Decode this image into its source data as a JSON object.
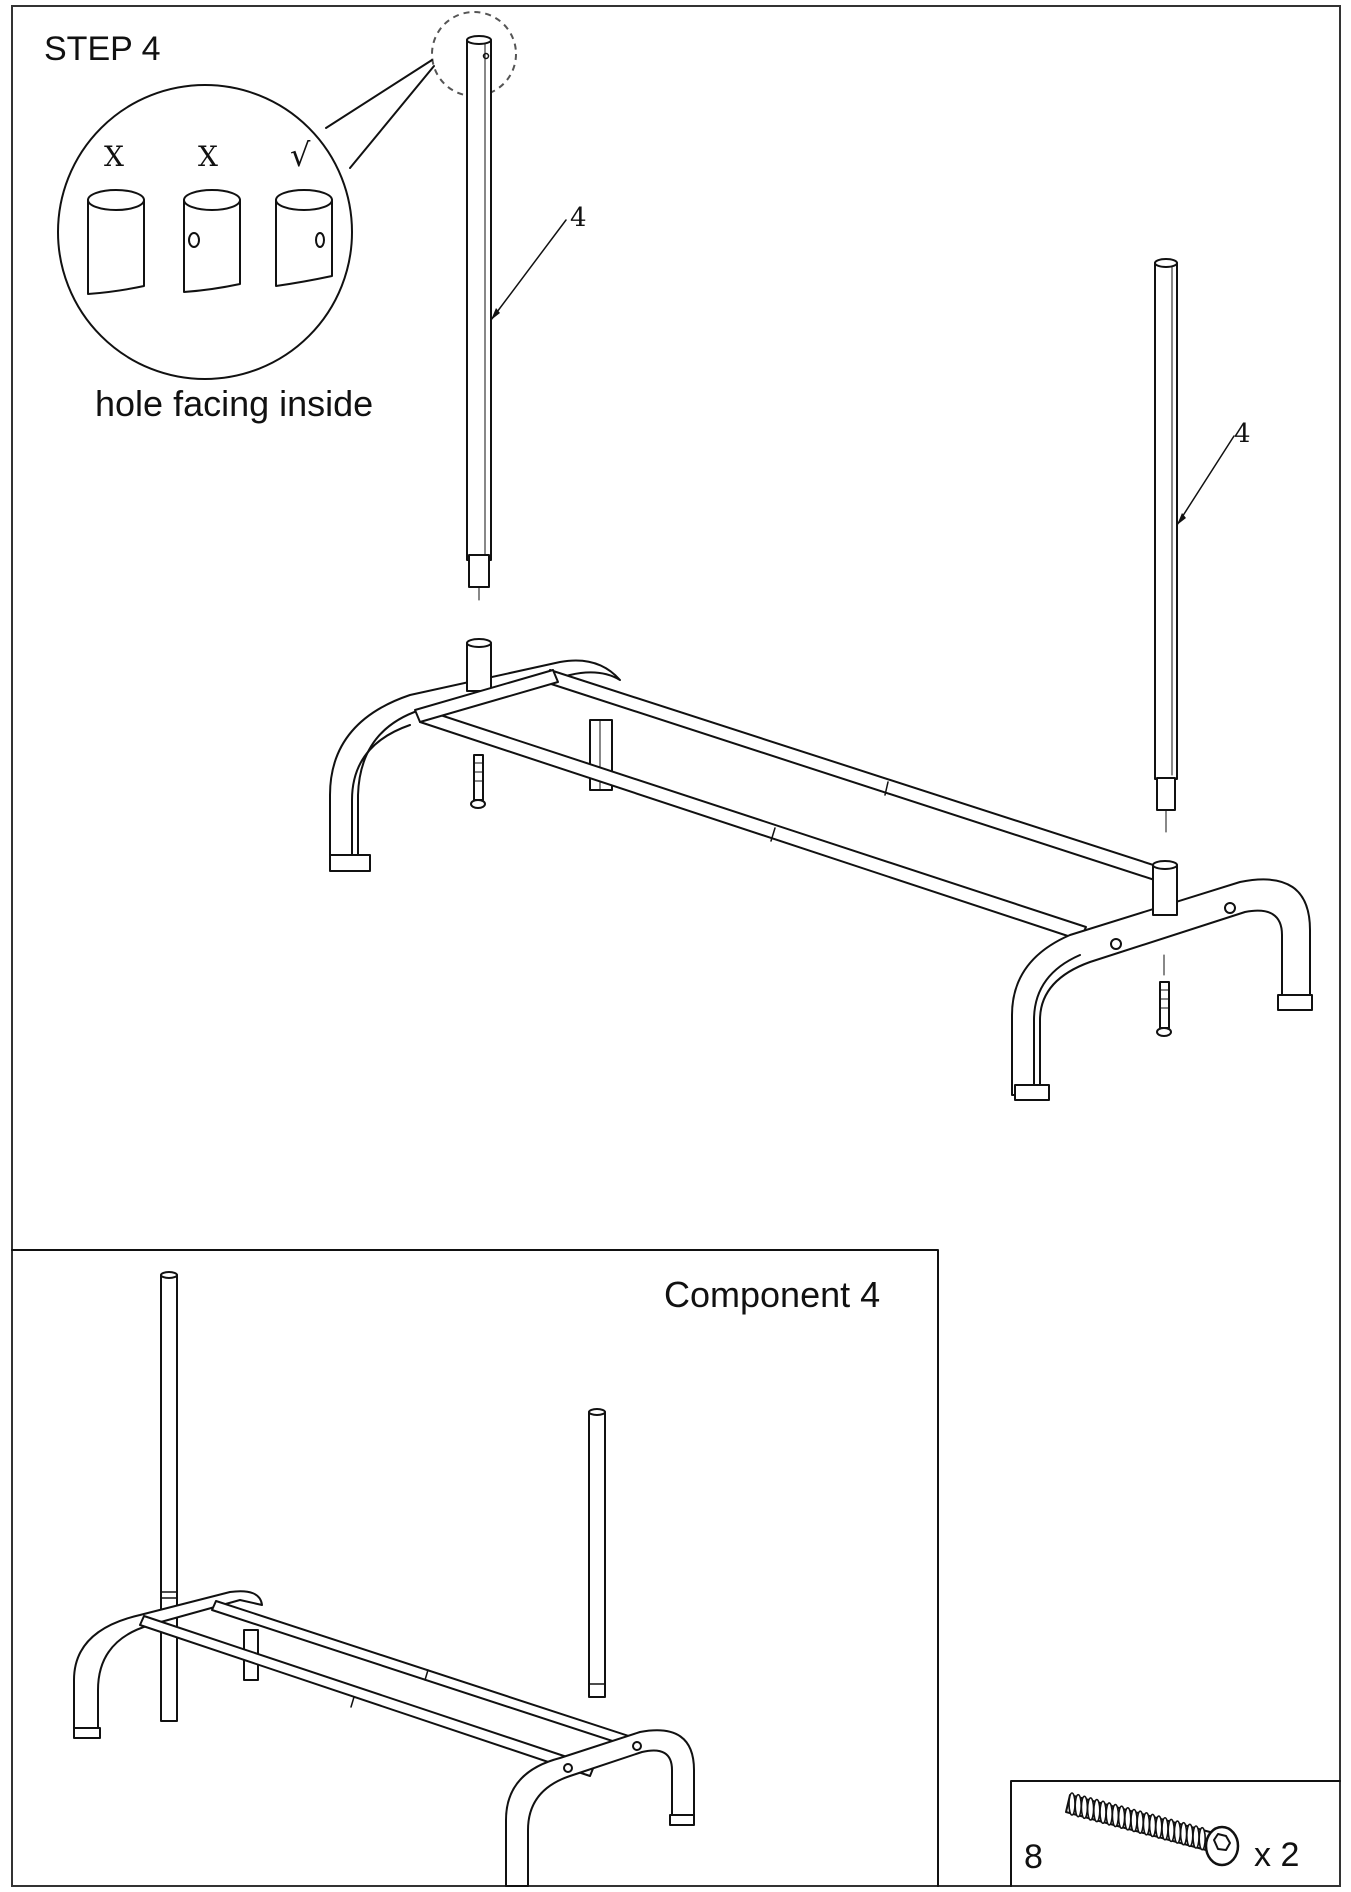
{
  "step": {
    "title": "STEP 4",
    "detail": {
      "marks": [
        "X",
        "X",
        "√"
      ],
      "caption": "hole facing inside"
    },
    "callouts": [
      "4",
      "4"
    ]
  },
  "component": {
    "title": "Component 4"
  },
  "hardware": {
    "part_number": "8",
    "quantity": "x 2"
  }
}
